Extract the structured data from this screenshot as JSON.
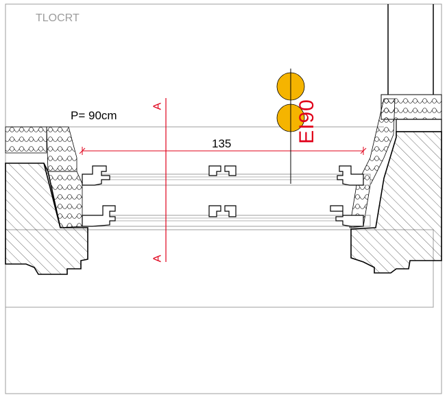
{
  "drawing": {
    "title": "TLOCRT",
    "sill_depth_label": "P= 90cm",
    "width_dimension": "135",
    "section_marker_top": "A",
    "section_marker_bottom": "A",
    "fire_rating": "EI90"
  },
  "colors": {
    "frame_line": "#9c9c9c",
    "cut_line": "#e0001a",
    "fire_symbol": "#f5b400",
    "outline": "#000000"
  },
  "icons": [
    "fire-rating-symbol-icon"
  ]
}
